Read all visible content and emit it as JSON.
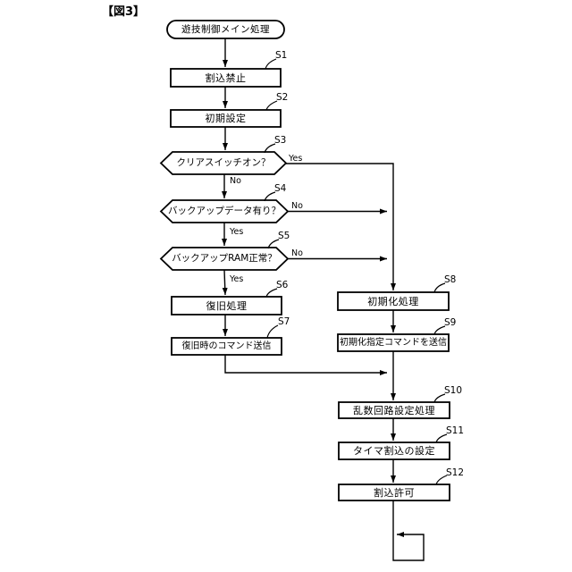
{
  "figure": {
    "label": "【図3】"
  },
  "colors": {
    "line": "#000000",
    "background": "#ffffff",
    "text": "#000000"
  },
  "nodes": {
    "start": {
      "type": "terminal",
      "text": "遊技制御メイン処理"
    },
    "s1": {
      "step": "S1",
      "type": "process",
      "text": "割込禁止"
    },
    "s2": {
      "step": "S2",
      "type": "process",
      "text": "初期設定"
    },
    "s3": {
      "step": "S3",
      "type": "decision",
      "text": "クリアスイッチオン？",
      "yes": "Yes",
      "no": "No"
    },
    "s4": {
      "step": "S4",
      "type": "decision",
      "text": "バックアップデータ有り？",
      "yes": "Yes",
      "no": "No"
    },
    "s5": {
      "step": "S5",
      "type": "decision",
      "text": "バックアップRAM正常？",
      "yes": "Yes",
      "no": "No"
    },
    "s6": {
      "step": "S6",
      "type": "process",
      "text": "復旧処理"
    },
    "s7": {
      "step": "S7",
      "type": "process",
      "text": "復旧時のコマンド送信"
    },
    "s8": {
      "step": "S8",
      "type": "process",
      "text": "初期化処理"
    },
    "s9": {
      "step": "S9",
      "type": "process",
      "text": "初期化指定コマンドを送信"
    },
    "s10": {
      "step": "S10",
      "type": "process",
      "text": "乱数回路設定処理"
    },
    "s11": {
      "step": "S11",
      "type": "process",
      "text": "タイマ割込の設定"
    },
    "s12": {
      "step": "S12",
      "type": "process",
      "text": "割込許可"
    }
  }
}
